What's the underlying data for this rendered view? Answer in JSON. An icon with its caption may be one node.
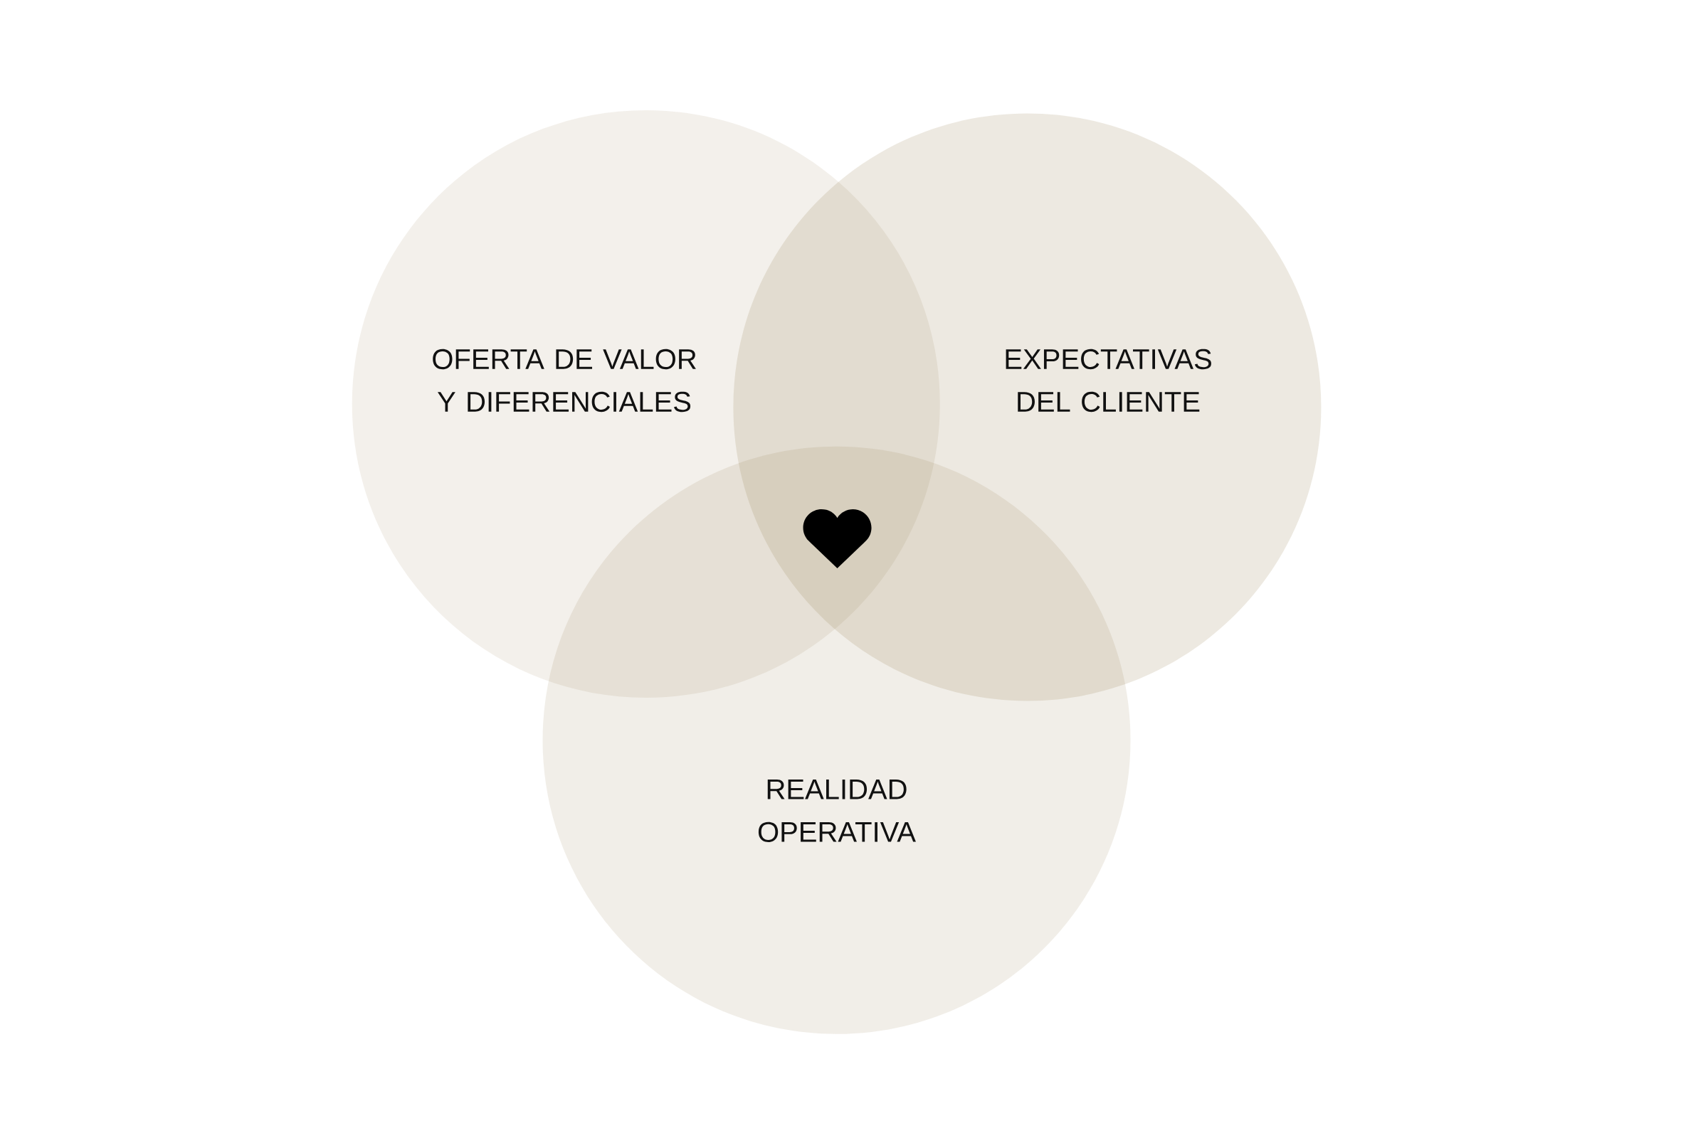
{
  "diagram": {
    "nodes": [
      {
        "text": [
          "OFERTA DE VALOR Y DIFERENCIALES"
        ]
      },
      {
        "text": [
          "EXPECTATIVAS DEL CLIENTE"
        ]
      },
      {
        "text": [
          "REALIDAD OPERATIVA"
        ]
      }
    ]
  }
}
